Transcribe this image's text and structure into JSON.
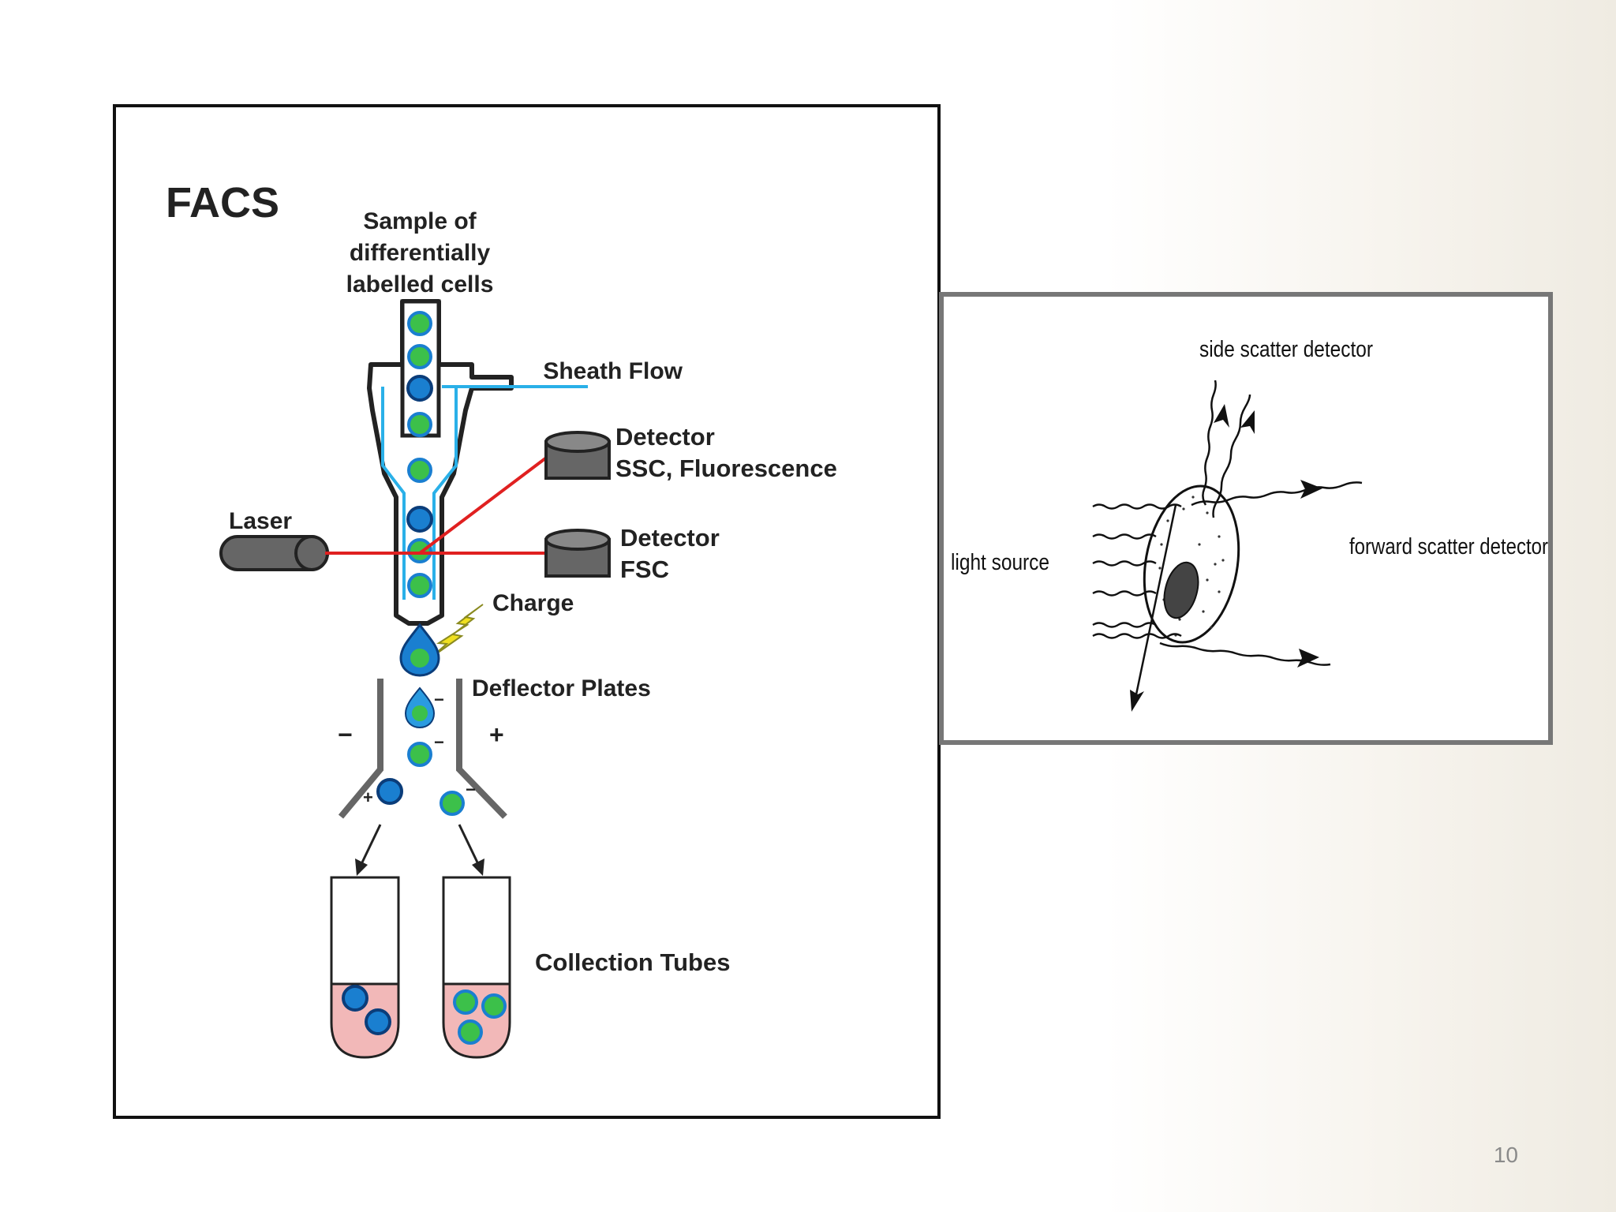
{
  "facs_panel": {
    "title": "FACS",
    "sample_label": [
      "Sample of",
      "differentially",
      "labelled cells"
    ],
    "sheath_flow_label": "Sheath Flow",
    "detector_ssc_label": [
      "Detector",
      "SSC, Fluorescence"
    ],
    "detector_fsc_label": [
      "Detector",
      "FSC"
    ],
    "laser_label": "Laser",
    "charge_label": "Charge",
    "deflector_plates_label": "Deflector Plates",
    "minus_sign": "−",
    "plus_sign": "+",
    "collection_tubes_label": "Collection Tubes"
  },
  "scatter_panel": {
    "side_scatter_label": "side scatter detector",
    "light_source_label": "light source",
    "forward_scatter_label": "forward scatter detector"
  },
  "colors": {
    "laser_beam": "#e02020",
    "sheath_flow": "#2ab0e8",
    "cell_blue": "#1a7fd0",
    "cell_green": "#3cc04a",
    "tube_fluid": "#f2b8b8"
  },
  "page_number": "10"
}
